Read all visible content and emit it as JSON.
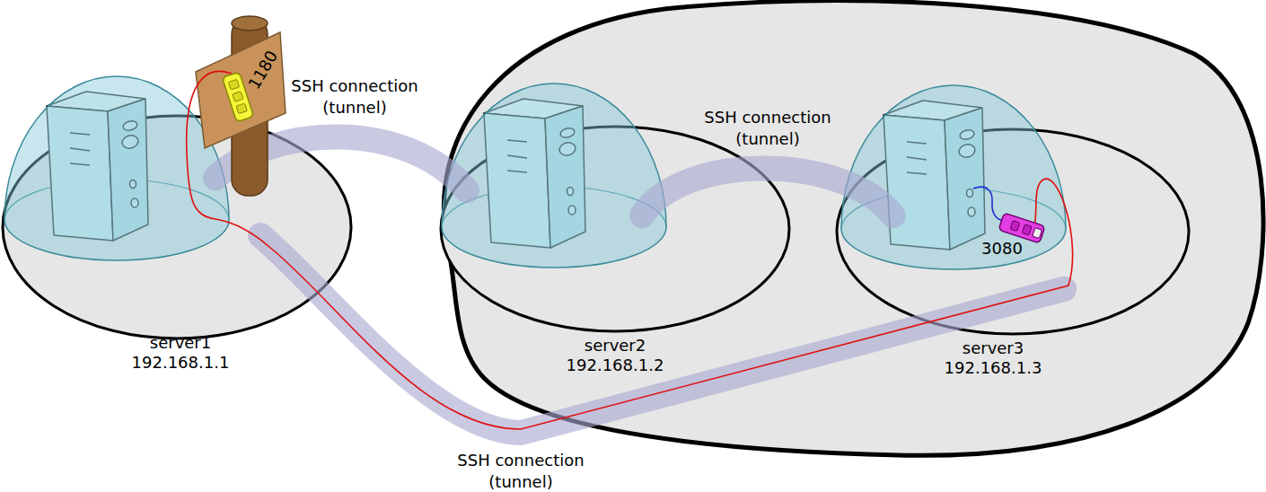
{
  "diagram": {
    "nodes": [
      {
        "text": [
          "server1",
          "192.168.1.1"
        ]
      },
      {
        "text": [
          "server2",
          "192.168.1.2"
        ]
      },
      {
        "text": [
          "server3",
          "192.168.1.3"
        ]
      }
    ],
    "edges": [
      {
        "from": 0,
        "to": 1,
        "label": "SSH connection (tunnel)",
        "arrow": "none"
      },
      {
        "from": 1,
        "to": 2,
        "label": "SSH connection (tunnel)",
        "arrow": "none"
      },
      {
        "from": 0,
        "to": 2,
        "label": "SSH connection (tunnel)",
        "arrow": "none"
      }
    ],
    "labels": [
      "1180",
      "3080"
    ]
  }
}
